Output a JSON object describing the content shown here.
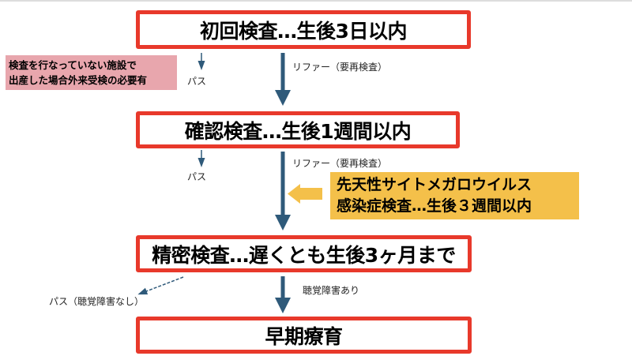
{
  "steps": [
    {
      "label": "初回検査…生後3日以内"
    },
    {
      "label": "確認検査…生後1週間以内"
    },
    {
      "label": "精密検査…遅くとも生後3ヶ月まで"
    },
    {
      "label": "早期療育"
    }
  ],
  "edges": {
    "refer_1": "リファー（要再検査）",
    "pass_1": "パス",
    "refer_2": "リファー（要再検査）",
    "pass_2": "パス",
    "hearing_loss": "聴覚障害あり",
    "pass_3": "パス（聴覚障害なし）"
  },
  "notes": {
    "outside_facility": [
      "検査を行なっていない施設で",
      "出産した場合外来受検の必要有"
    ],
    "cmv": [
      "先天性サイトメガロウイルス",
      "感染症検査…生後３週間以内"
    ]
  },
  "colors": {
    "box_border": "#e8392b",
    "arrow": "#2f5a7a",
    "note_pink": "#e8a6ad",
    "note_yellow": "#f4c04a"
  }
}
